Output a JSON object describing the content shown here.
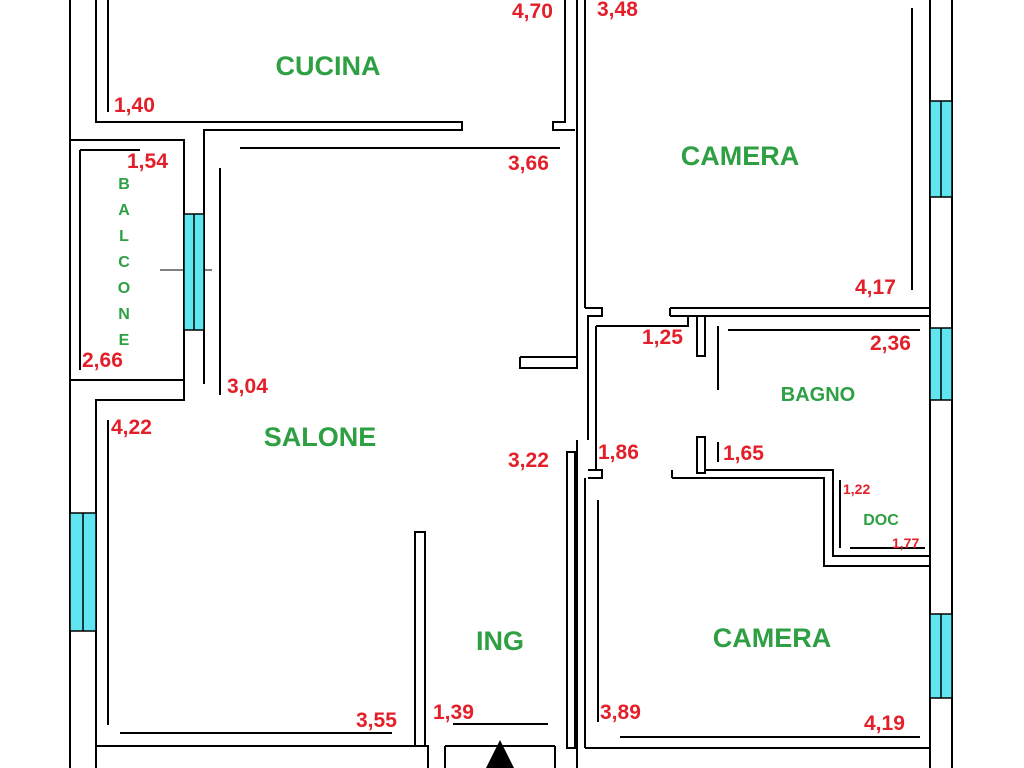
{
  "colors": {
    "wall": "#000000",
    "room_label": "#2ea043",
    "dimension": "#e3202a",
    "window": "#5fe6f0"
  },
  "rooms": {
    "cucina": "CUCINA",
    "camera_top": "CAMERA",
    "salone": "SALONE",
    "ing": "ING",
    "bagno": "BAGNO",
    "doc": "DOC",
    "camera_bottom": "CAMERA",
    "balcone_letters": [
      "B",
      "A",
      "L",
      "C",
      "O",
      "N",
      "E"
    ]
  },
  "dimensions": {
    "cucina_w": "4,70",
    "cucina_h": "1,40",
    "camera_top_w": "3,48",
    "camera_top_h": "4,17",
    "balcone_w": "1,54",
    "balcone_h": "2,66",
    "salone_top": "3,66",
    "salone_side": "3,04",
    "salone_left": "4,22",
    "salone_right": "3,22",
    "salone_bottom": "3,55",
    "ing_w": "1,39",
    "corridor_w": "1,25",
    "corridor_h": "1,86",
    "bagno_w": "2,36",
    "bagno_h": "1,65",
    "doc_w": "1,22",
    "doc_h": "1,77",
    "camera_bottom_h": "3,89",
    "camera_bottom_w": "4,19"
  }
}
